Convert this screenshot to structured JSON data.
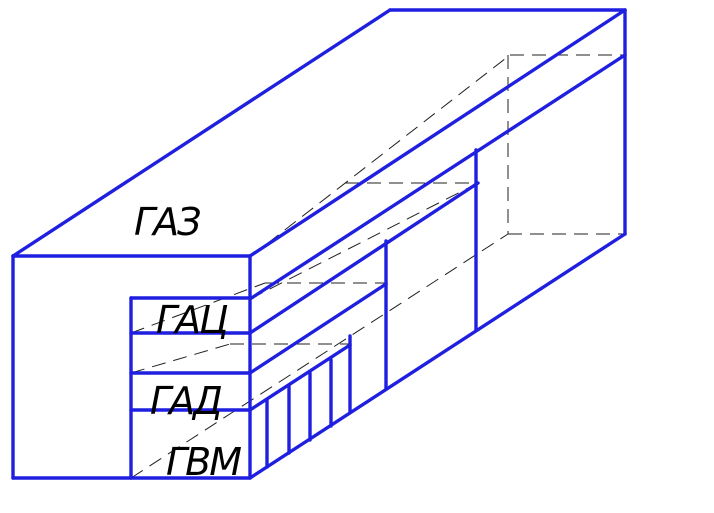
{
  "diagram": {
    "labels": {
      "gaz": "ГАЗ",
      "gac": "ГАЦ",
      "gad": "ГАД",
      "gvm": "ГВМ"
    },
    "colors": {
      "outline": "#1f1fe0",
      "hidden_edges": "#202020",
      "text": "#000000",
      "background": "#ffffff"
    }
  }
}
